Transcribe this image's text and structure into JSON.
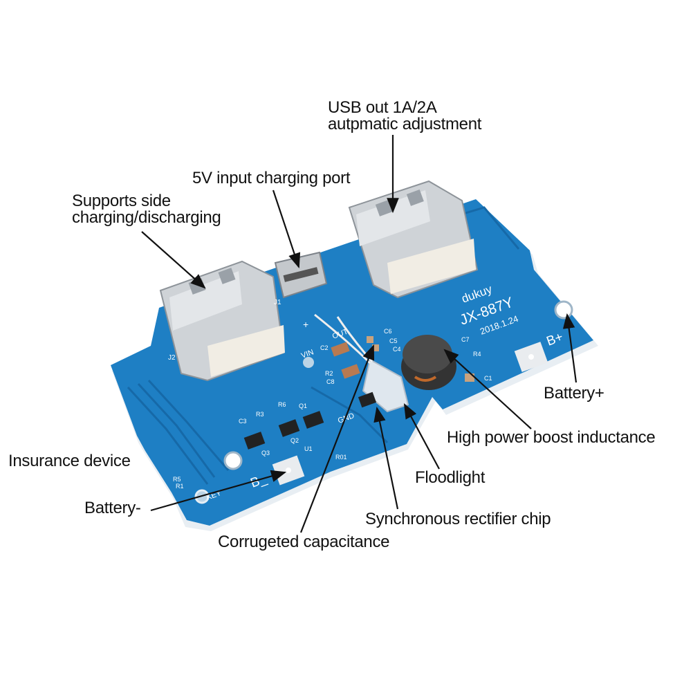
{
  "labels": {
    "usb_out_line1": "USB out 1A/2A",
    "usb_out_line2": "autpmatic adjustment",
    "input_port": "5V input charging port",
    "side_line1": "Supports side",
    "side_line2": "charging/discharging",
    "battery_plus": "Battery+",
    "inductance": "High power boost inductance",
    "insurance": "Insurance device",
    "floodlight": "Floodlight",
    "battery_minus": "Battery-",
    "rectifier": "Synchronous rectifier chip",
    "capacitance": "Corrugeted capacitance"
  },
  "board": {
    "brand": "dukuy",
    "model": "JX-887Y",
    "date": "2018.1.24",
    "b_plus": "B+",
    "b_minus": "B_",
    "key": "KEY",
    "vin": "VIN",
    "gnd": "GND",
    "out": "OUT",
    "j1": "J1",
    "j2": "J2",
    "plus": "+",
    "c1": "C1",
    "c2": "C2",
    "c3": "C3",
    "c4": "C4",
    "c5": "C5",
    "c6": "C6",
    "c7": "C7",
    "c8": "C8",
    "r1": "R1",
    "r2": "R2",
    "r3": "R3",
    "r4": "R4",
    "r5": "R5",
    "r6": "R6",
    "q1": "Q1",
    "q2": "Q2",
    "q3": "Q3",
    "u1": "U1",
    "r01": "R01",
    "colors": {
      "pcb": "#1e7fc4",
      "pcb_dark": "#1669a8",
      "silver": "#c9ccd0"
    }
  }
}
